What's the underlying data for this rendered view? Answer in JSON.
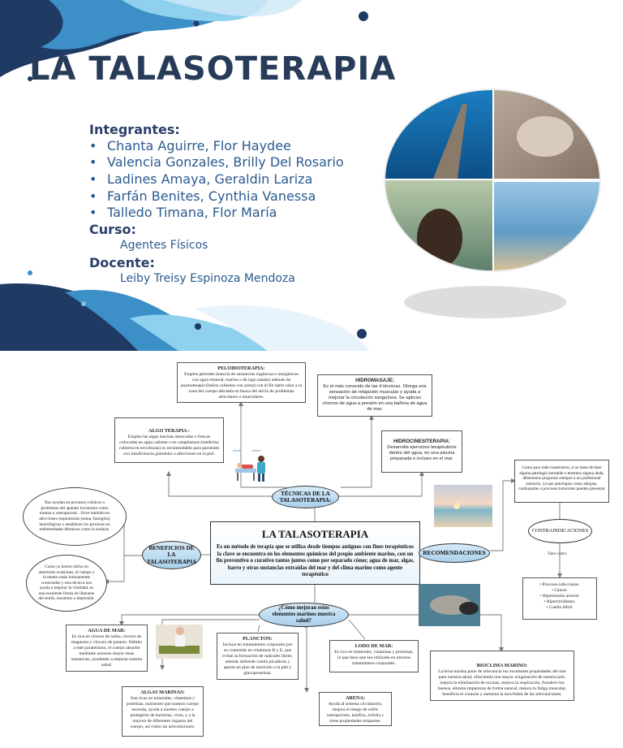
{
  "cover": {
    "title": "LA TALASOTERAPIA",
    "members_heading": "Integrantes:",
    "bullet": "•",
    "members": [
      "Chanta Aguirre, Flor Haydee",
      "Valencia Gonzales, Brilly Del Rosario",
      "Ladines Amaya, Geraldin Lariza",
      "Farfán Benites, Cynthia Vanessa",
      "Talledo Timana, Flor María"
    ],
    "course_heading": "Curso:",
    "course": "Agentes Físicos",
    "teacher_heading": "Docente:",
    "teacher": "Leiby Treisy Espinoza Mendoza",
    "colors": {
      "dark_blue": "#1f3a63",
      "mid_blue": "#3d8fc8",
      "light_blue": "#7cc2e8",
      "title": "#283c5a"
    }
  },
  "map": {
    "central": {
      "title": "LA TALASOTERAPIA",
      "body": "Es un método de terapia que se utiliza desde tiempos antiguos con fines terapéuticos la clave se encuentra en los elementos químicos del propio ambiente marino, con un fin preventivo o curativo tantos juntos como por separado cómo; agua de mar, algas, barro y otras sustancias extraídas del mar y del clima marino como agente terapéutico"
    },
    "tecnicas": {
      "label": "TÉCNICAS DE LA TALASOTERAPIA:",
      "peloidoterapia": {
        "title": "PELOIDOTERAPIA:",
        "text": "Emplea peloides (mezcla de sustancias orgánicas e inorgánicas con agua mineral, marina o de lago salado) además de psamoterapia (baños calientes con arena) con el fin darle calor a la zona del cuerpo afectada en busca del alivio de problemas articulares o musculares."
      },
      "hidromasaje": {
        "title": "HIDROMASAJE:",
        "text": "Es el más conocido de las 4 técnicas. Otorga una sensación de relajación muscular y ayuda a mejorar la circulación sanguínea. Se aplican chorros de agua a presión en una bañera de agua de mar."
      },
      "algoterapia": {
        "title": "ALGO TERAPIA :",
        "text": "Emplea las algas marinas desecadas o frescas colocadas en agua caliente o en cataplasmas (medicina cubierta en envolturas) es recomendable para pacientes con insuficiencia glandular o afecciones en la piel."
      },
      "hidrocinesiterapia": {
        "title": "HIDROCINESITERAPIA:",
        "text": "Desarrolla ejercicios terapéuticos dentro del agua, en una piscina preparada o incluso en el mar."
      },
      "illustration_labels": [
        "abuelo",
        "abuelo"
      ]
    },
    "beneficios": {
      "label": "BENEFICIOS DE LA TALASOTERAPIA",
      "item1": "Nos ayudan en procesos crónicos o problemas del aparato locomotor como trauma u osteoporosis . Sirve también en afecciones respiratorias (asma, faringitis) neurológicas y establizan los procesos en enfermedades dérmicas como la soriasis.",
      "item2": "Como ya hemos dicho en anteriores ocasiones, el cuerpo y la mente están íntimamente conectados y esta técnica nos ayuda a mejorar la vitalidad, es una excelente forma de liberarse del estrés, insomnio o depresión."
    },
    "recomendaciones": {
      "label": "RECOMENDACIONES",
      "text": "Como para todo tratamiento, si se tiene de base alguna patología inestable o tenemos alguna duda, deberemos preguntar siempre a un profesional sanitario, ya que patologías como alergias, cardiopatías o procesos tumorales pueden presentar",
      "contraindicaciones_label": "CONTRAINDICACIONES",
      "tales_como": "Tales como:",
      "list": [
        "• Procesos infecciosos.",
        "• Cáncer.",
        "• Hipertensión arterial.",
        "• Hipertiroidismo.",
        "• Cuadro febril."
      ]
    },
    "elementos": {
      "label": "¿Cómo mejoran estos elementos marinos nuestra salud?",
      "agua": {
        "title": "AGUA DE MAR:",
        "text": "Es rica en cloruro de sodio, cloruro de magnesio y clocuro de potasio. Debido a este paralelismo, el cuerpo absorbe mediante osmosis mayor estas sustancias, ayudando a mejorar nuestra salud."
      },
      "algas": {
        "title": "ALGAS MARINAS:",
        "text": "Son ricas en minerales, vitaminas y proteínas, nutrientes que nuestro cuerpo necesita, ayuda a nuestro cuerpo a protegerlo de bacterias, virus, y a la mayora de diferentes órganos del cuerpo, así como las articulaciones."
      },
      "plancton": {
        "title": "PLANCTON:",
        "text": "Incluye en tratamientos corporales por su contenido en vitaminas B y E, que evitan la formación de radicales libres, además defiende contra picaduras y aporta un plus de nutrición a la piel y glucoproteínas."
      },
      "lodo": {
        "title": "LODO DE MAR:",
        "text": "Es rico en minerales, vitaminas y proteínas, lo que hace que sea utilizado en muchos tratamientos corporales."
      },
      "arena": {
        "title": "ARENA:",
        "text": "Ayuda al sistema circulatorio, mejora el riesgo de sufrir osteoporosis, tonifica, exfolia y tiene propiedades relajantes."
      },
      "bioclima": {
        "title": "BIOCLIMA MARINO:",
        "text": "La brisa marina pone de relevancia los excelentes propiedades del mar para nuestra salud, ofreciendo una mayor oxigenación de nuestra piel, mejora la eliminación de toxinas, mejora la respiración, fortalece los huesos, elimina impurezas de forma natural, mejora la fatiga muscular, beneficia el corazón y aumenta la movilidad de las articulaciones."
      }
    }
  }
}
